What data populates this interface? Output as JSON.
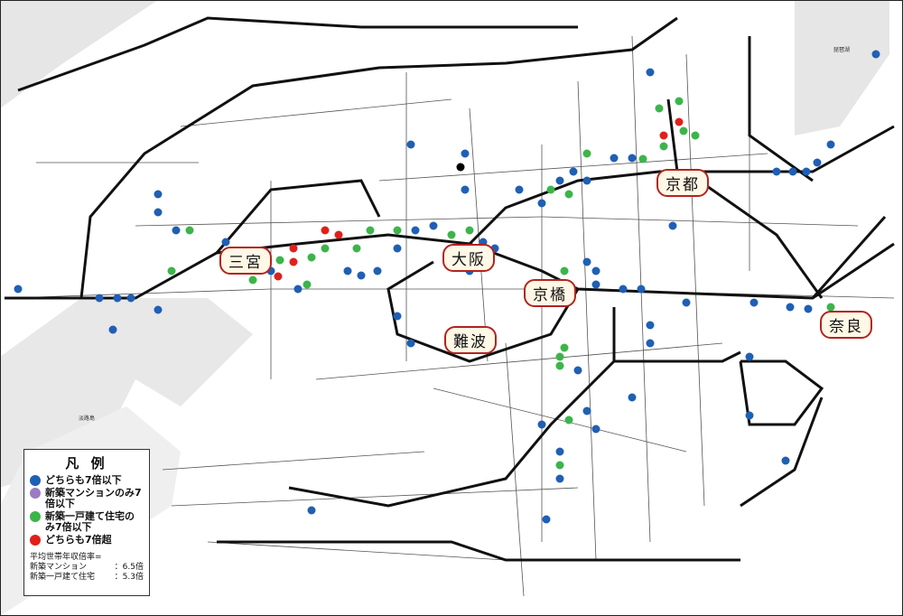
{
  "cities": [
    "三宮",
    "大阪",
    "京都",
    "京橋",
    "難波",
    "奈良"
  ],
  "places": {
    "lake": "琵琶湖",
    "island": "淡路島"
  },
  "legend": {
    "title": "凡 例",
    "items": [
      {
        "label": "どちらも7倍以下",
        "color": "#1f5fb4"
      },
      {
        "label": "新築マンションのみ7倍以下",
        "color": "#9b7cc4"
      },
      {
        "label": "新築一戸建て住宅のみ7倍以下",
        "color": "#3bb54a"
      },
      {
        "label": "どちらも7倍超",
        "color": "#e0201b"
      }
    ],
    "note_title": "平均世帯年収倍率=",
    "note_rows": [
      {
        "label": "新築マンション",
        "value": "：6.5倍"
      },
      {
        "label": "新築一戸建て住宅",
        "value": "：5.3倍"
      }
    ]
  }
}
